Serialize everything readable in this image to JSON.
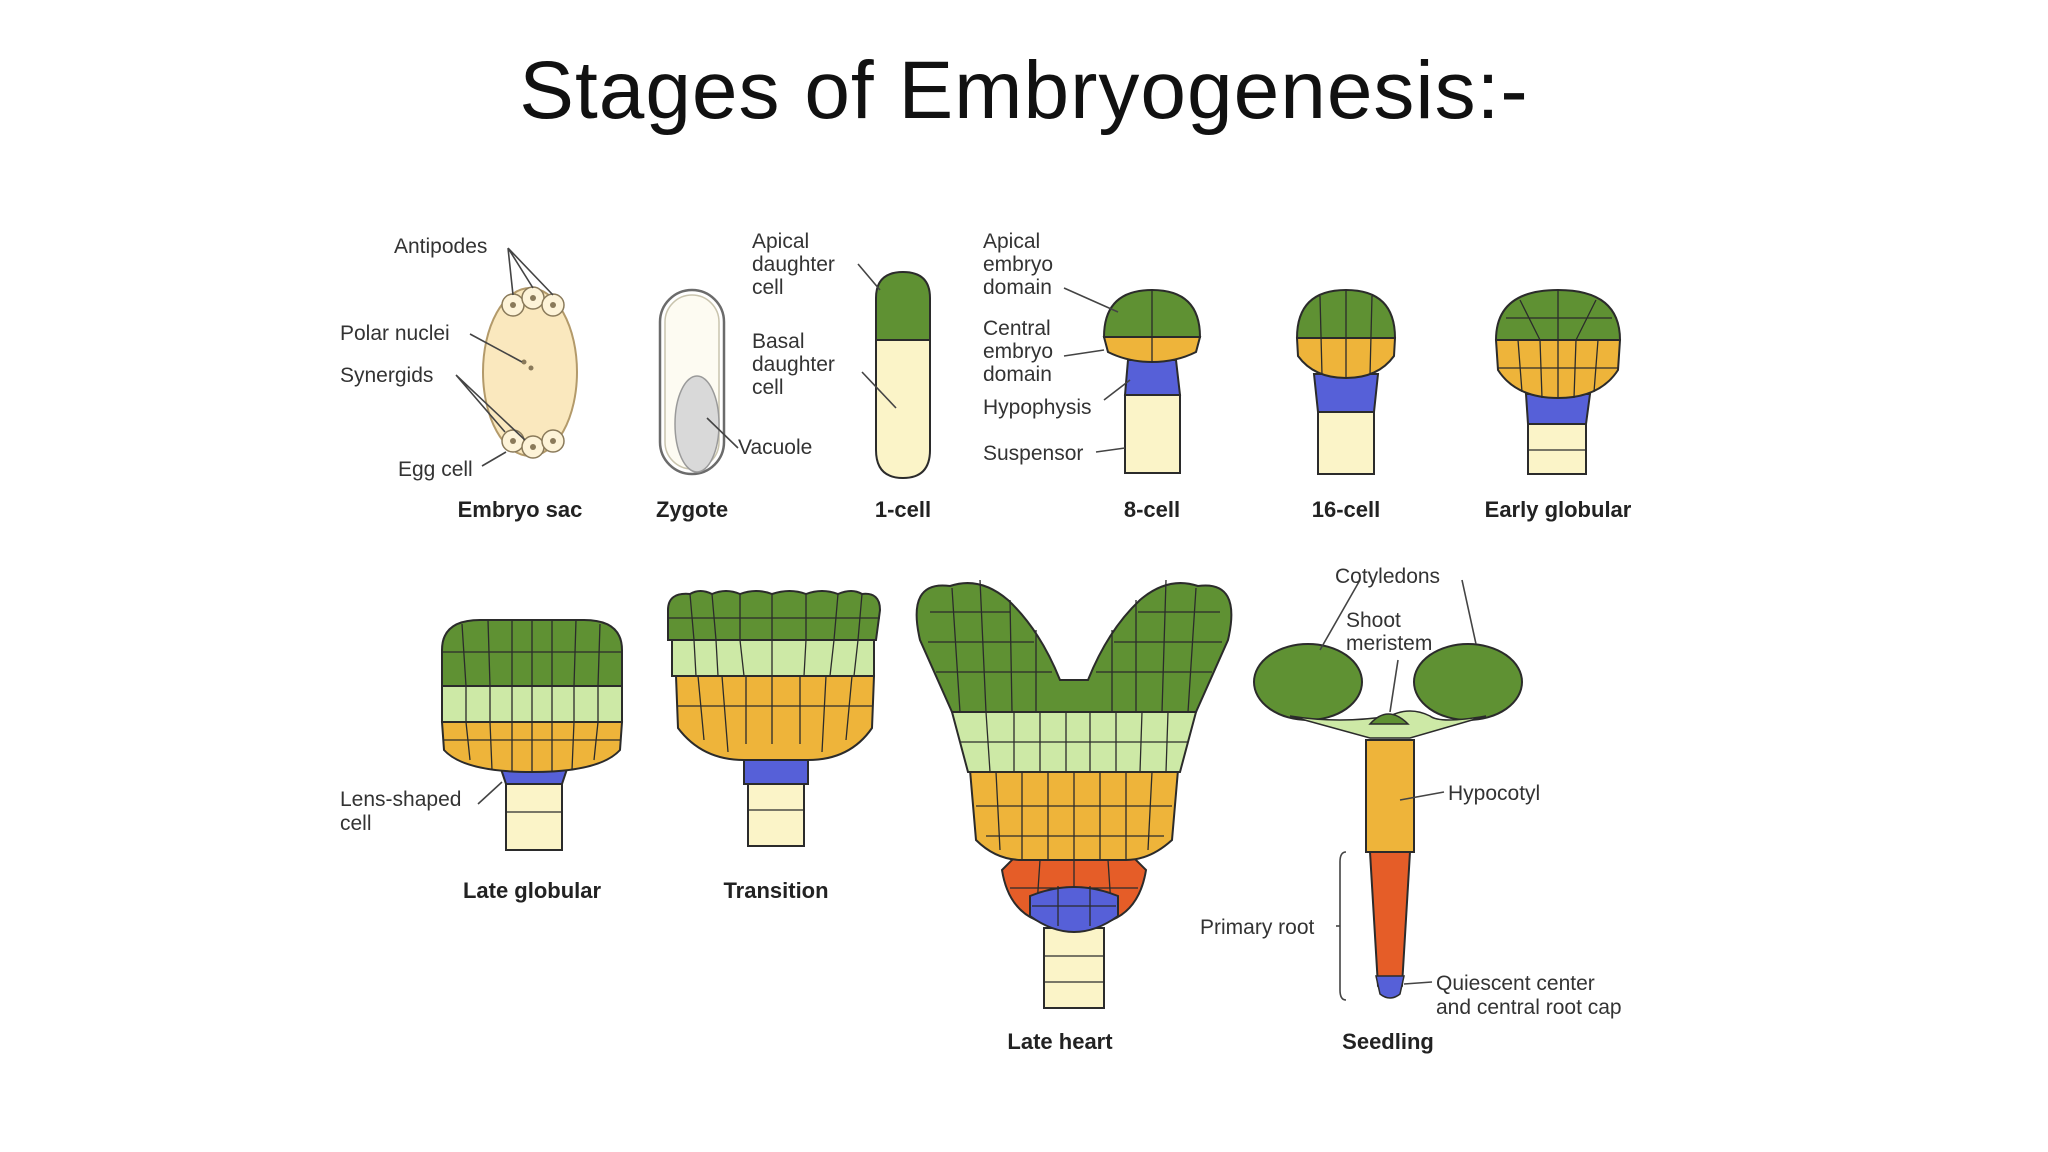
{
  "slide": {
    "title": "Stages of Embryogenesis:-"
  },
  "colors": {
    "apical": "#5f9133",
    "light_green": "#cde9a6",
    "central": "#eeb43a",
    "hypophysis": "#5660d8",
    "suspensor": "#fbf4c8",
    "root": "#e55d28",
    "embryo_sac": "#fae8be"
  },
  "stages": {
    "embryo_sac": "Embryo sac",
    "zygote": "Zygote",
    "one_cell": "1-cell",
    "eight_cell": "8-cell",
    "sixteen_cell": "16-cell",
    "early_globular": "Early globular",
    "late_globular": "Late globular",
    "transition": "Transition",
    "late_heart": "Late heart",
    "seedling": "Seedling"
  },
  "labels": {
    "antipodes": "Antipodes",
    "polar_nuclei": "Polar nuclei",
    "synergids": "Synergids",
    "egg_cell": "Egg cell",
    "vacuole": "Vacuole",
    "apical_daughter": [
      "Apical",
      "daughter",
      "cell"
    ],
    "basal_daughter": [
      "Basal",
      "daughter",
      "cell"
    ],
    "apical_embryo_domain": [
      "Apical",
      "embryo",
      "domain"
    ],
    "central_embryo_domain": [
      "Central",
      "embryo",
      "domain"
    ],
    "hypophysis": "Hypophysis",
    "suspensor": "Suspensor",
    "lens_shaped_cell": [
      "Lens-shaped",
      "cell"
    ],
    "cotyledons": "Cotyledons",
    "shoot_meristem": [
      "Shoot",
      "meristem"
    ],
    "hypocotyl": "Hypocotyl",
    "primary_root": "Primary root",
    "quiescent_center": [
      "Quiescent center",
      "and central root cap"
    ]
  }
}
